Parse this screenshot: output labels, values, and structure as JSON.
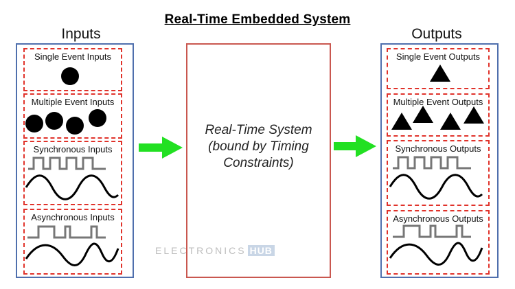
{
  "title": "Real-Time Embedded System",
  "inputs": {
    "heading": "Inputs",
    "boxes": [
      {
        "label": "Single Event Inputs"
      },
      {
        "label": "Multiple Event Inputs"
      },
      {
        "label": "Synchronous Inputs"
      },
      {
        "label": "Asynchronous Inputs"
      }
    ]
  },
  "outputs": {
    "heading": "Outputs",
    "boxes": [
      {
        "label": "Single Event Outputs"
      },
      {
        "label": "Multiple Event Outputs"
      },
      {
        "label": "Synchronous Outputs"
      },
      {
        "label": "Asynchronous Outputs"
      }
    ]
  },
  "system": {
    "text": "Real-Time System\n(bound by Timing\nConstraints)"
  },
  "watermark": {
    "brand": "ELECTRONICS",
    "suffix": "HUB"
  },
  "colors": {
    "outer_border": "#4f6fad",
    "dashed_border": "#e0322a",
    "center_border": "#c9574f",
    "arrow": "#22e022",
    "square_wave": "#777777",
    "sine_wave": "#000000"
  }
}
